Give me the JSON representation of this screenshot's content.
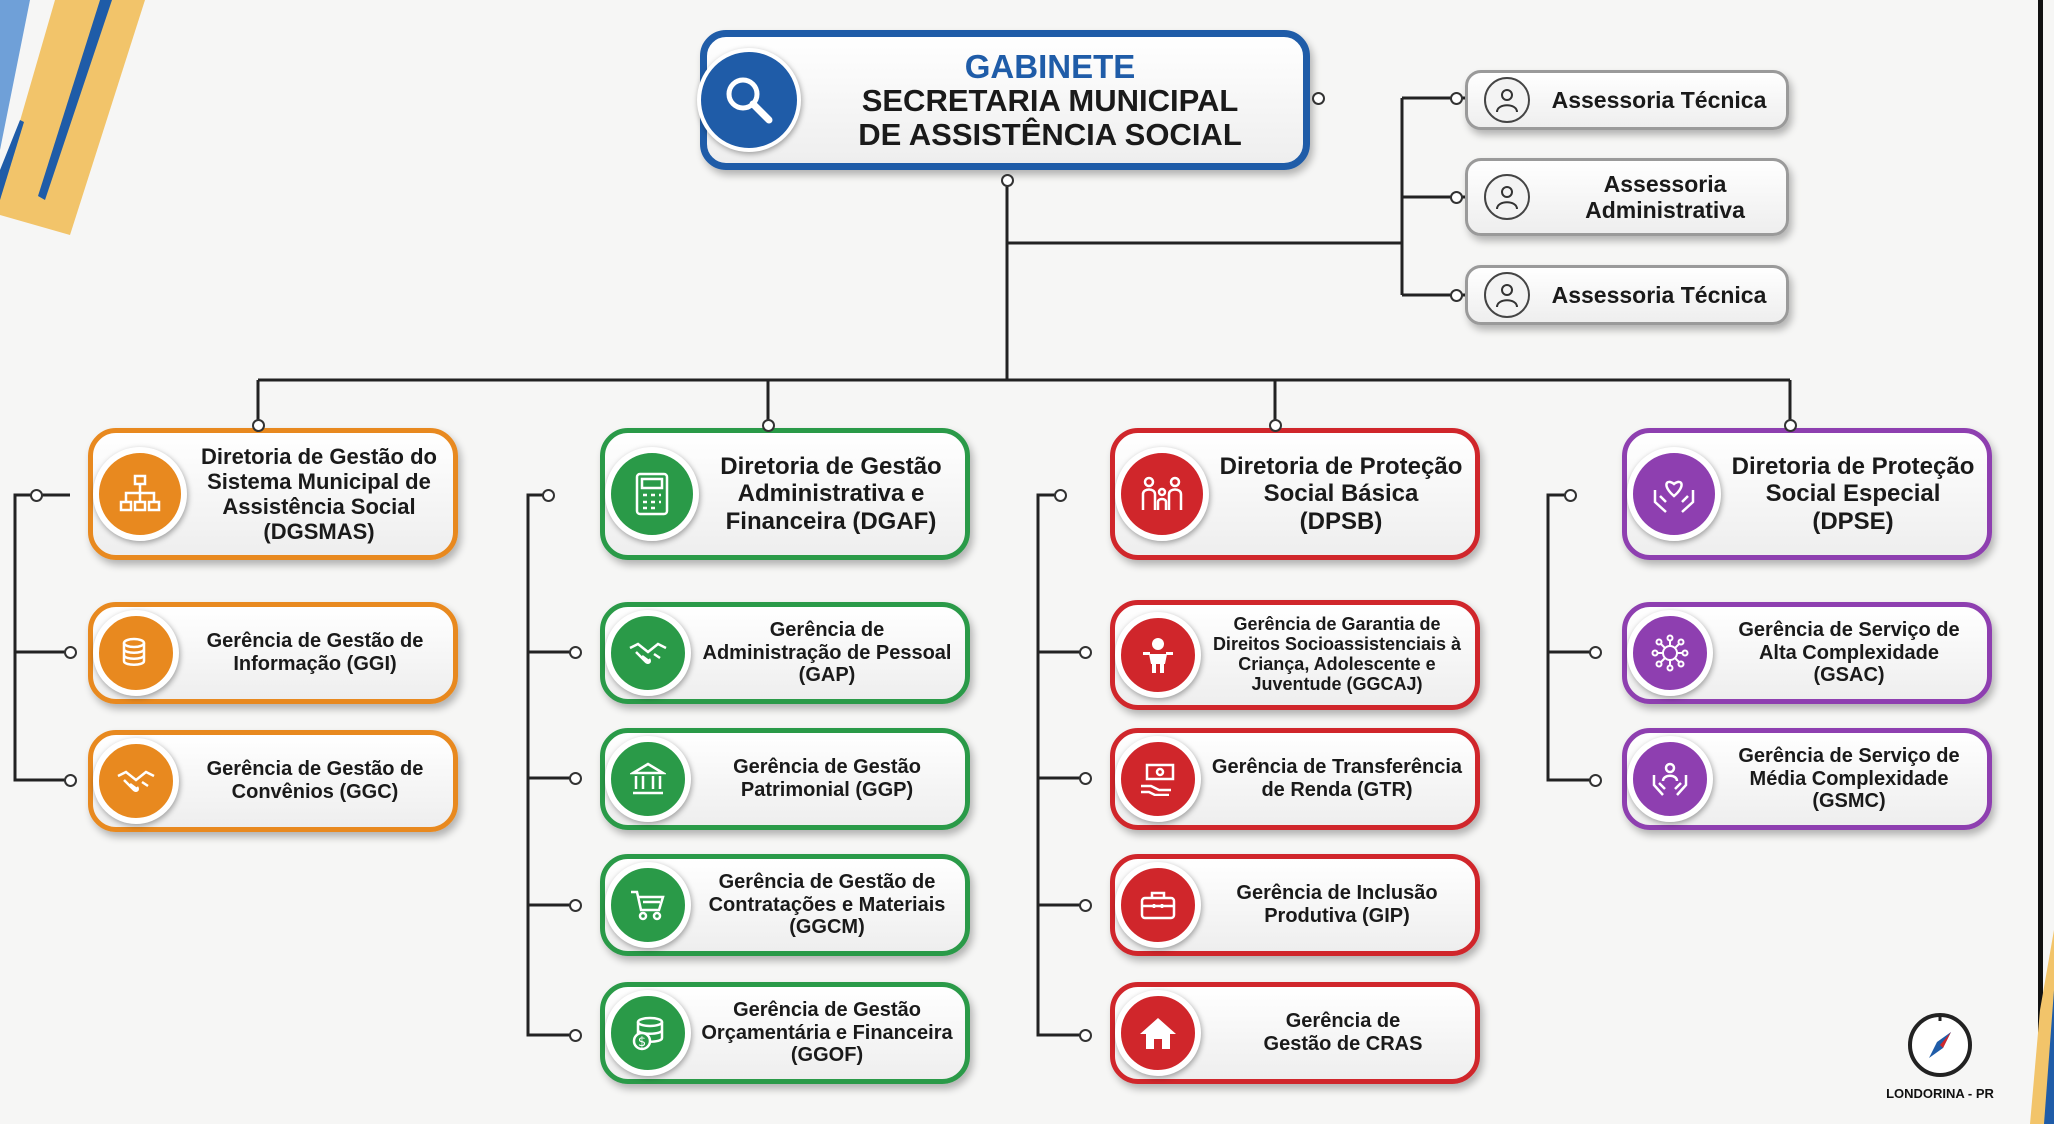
{
  "colors": {
    "blue": "#1f5ca8",
    "orange": "#e8891f",
    "green": "#2a9a48",
    "red": "#d0262b",
    "purple": "#8e3fb0"
  },
  "cabinet": {
    "line1": "GABINETE",
    "line2": "SECRETARIA MUNICIPAL",
    "line3": "DE ASSISTÊNCIA SOCIAL",
    "icon": "magnifier-icon"
  },
  "advisory": [
    {
      "label": "Assessoria Técnica",
      "icon": "advisor-person-icon"
    },
    {
      "label": "Assessoria Administrativa",
      "icon": "advisor-person-icon"
    },
    {
      "label": "Assessoria Técnica",
      "icon": "advisor-person-icon"
    }
  ],
  "directorates": [
    {
      "label": "Diretoria de Gestão do Sistema Municipal de Assistência Social (DGSMAS)",
      "icon": "org-chart-icon",
      "color": "orange",
      "units": [
        {
          "label": "Gerência de Gestão de Informação (GGI)",
          "icon": "database-icon"
        },
        {
          "label": "Gerência de Gestão de Convênios (GGC)",
          "icon": "handshake-icon"
        }
      ]
    },
    {
      "label": "Diretoria de Gestão Administrativa e Financeira (DGAF)",
      "icon": "calculator-icon",
      "color": "green",
      "units": [
        {
          "label": "Gerência de Administração de Pessoal (GAP)",
          "icon": "handshake-icon"
        },
        {
          "label": "Gerência de Gestão Patrimonial (GGP)",
          "icon": "bank-building-icon"
        },
        {
          "label": "Gerência de Gestão de Contratações e Materiais (GGCM)",
          "icon": "shopping-cart-icon"
        },
        {
          "label": "Gerência de Gestão Orçamentária e Financeira (GGOF)",
          "icon": "coins-icon"
        }
      ]
    },
    {
      "label": "Diretoria de Proteção Social Básica (DPSB)",
      "icon": "family-icon",
      "color": "red",
      "units": [
        {
          "label": "Gerência de Garantia de Direitos Socioassistenciais à Criança, Adolescente e Juventude (GGCAJ)",
          "icon": "child-icon"
        },
        {
          "label": "Gerência de Transferência de Renda (GTR)",
          "icon": "money-hand-icon"
        },
        {
          "label": "Gerência de Inclusão Produtiva (GIP)",
          "icon": "toolbox-icon"
        },
        {
          "label": "Gerência de Gestão de CRAS",
          "icon": "house-icon"
        }
      ]
    },
    {
      "label": "Diretoria de Proteção Social Especial (DPSE)",
      "icon": "heart-hands-icon",
      "color": "purple",
      "units": [
        {
          "label": "Gerência de Serviço de Alta Complexidade (GSAC)",
          "icon": "network-icon"
        },
        {
          "label": "Gerência de Serviço de Média Complexidade (GSMC)",
          "icon": "care-people-icon"
        }
      ]
    }
  ],
  "logo": {
    "label": "LONDORINA - PR",
    "icon": "compass-icon"
  }
}
